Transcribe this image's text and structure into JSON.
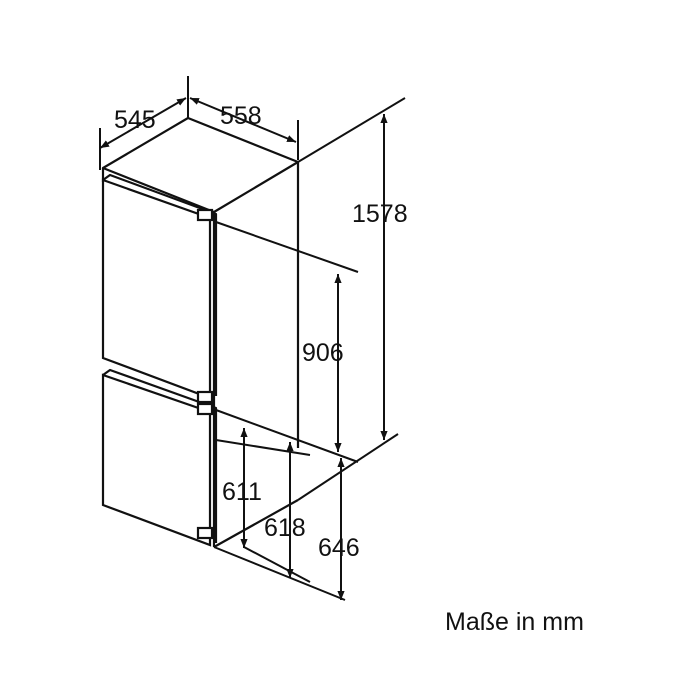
{
  "dimensions": {
    "depth": "545",
    "width": "558",
    "height_total": "1578",
    "height_upper": "906",
    "height_lower_a": "611",
    "height_lower_b": "618",
    "height_lower_c": "646"
  },
  "caption": "Maße in mm"
}
